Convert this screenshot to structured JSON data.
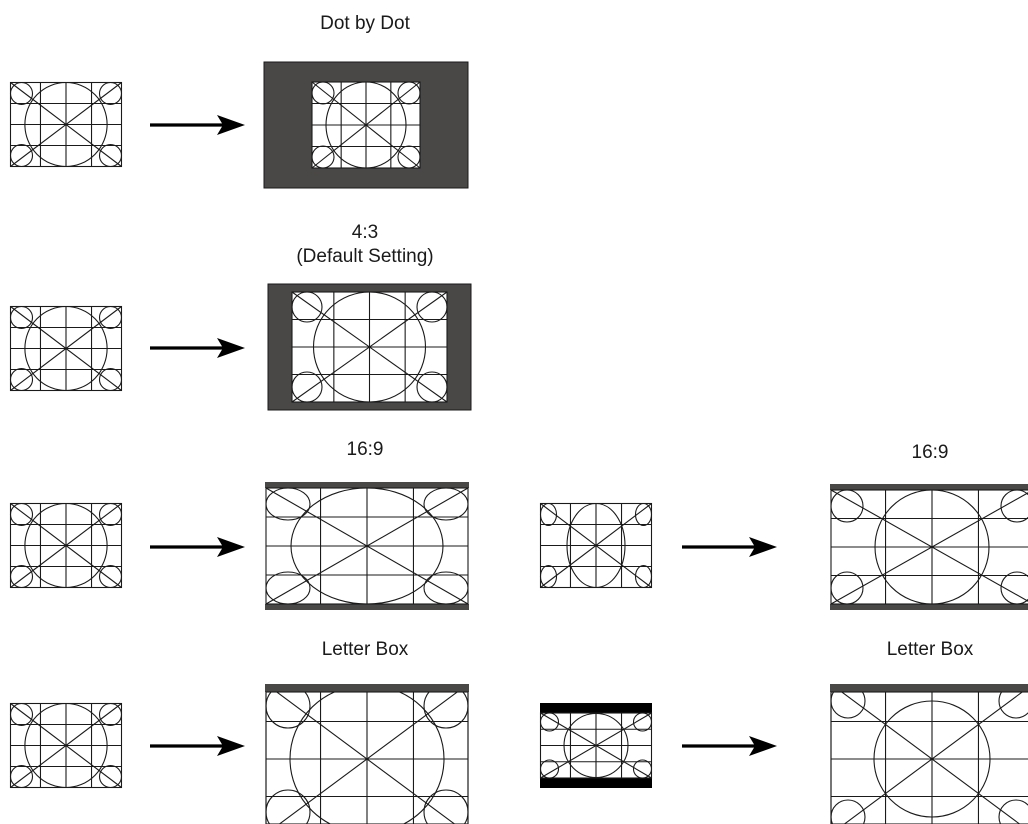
{
  "labels": {
    "dot_by_dot": "Dot by Dot",
    "four_three_line1": "4:3",
    "four_three_line2": "(Default Setting)",
    "sixteen_nine_left": "16:9",
    "sixteen_nine_right": "16:9",
    "letter_box_left": "Letter Box",
    "letter_box_right": "Letter Box"
  },
  "colors": {
    "background": "#ffffff",
    "line": "#1a1a1a",
    "border_fill": "#4a4747",
    "black_bar": "#000000"
  }
}
